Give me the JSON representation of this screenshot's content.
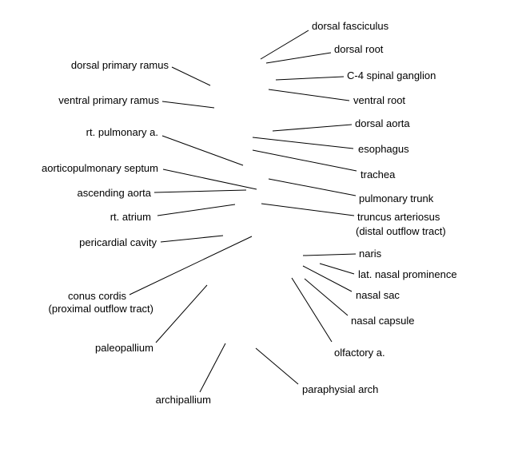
{
  "labels": {
    "dorsal_fasciculus": "dorsal fasciculus",
    "dorsal_root": "dorsal root",
    "c4_spinal_ganglion": "C-4 spinal ganglion",
    "ventral_root": "ventral root",
    "dorsal_aorta": "dorsal aorta",
    "esophagus": "esophagus",
    "trachea": "trachea",
    "pulmonary_trunk": "pulmonary trunk",
    "truncus_arteriosus_1": "truncus arteriosus",
    "truncus_arteriosus_2": "(distal outflow tract)",
    "naris": "naris",
    "lat_nasal_prominence": "lat. nasal prominence",
    "nasal_sac": "nasal sac",
    "nasal_capsule": "nasal capsule",
    "olfactory_a": "olfactory a.",
    "paraphysial_arch": "paraphysial arch",
    "dorsal_primary_ramus": "dorsal primary ramus",
    "ventral_primary_ramus": "ventral primary ramus",
    "rt_pulmonary_a": "rt. pulmonary a.",
    "aorticopulmonary_septum": "aorticopulmonary septum",
    "ascending_aorta": "ascending aorta",
    "rt_atrium": "rt. atrium",
    "pericardial_cavity": "pericardial cavity",
    "conus_cordis_1": "conus cordis",
    "conus_cordis_2": "(proximal outflow tract)",
    "paleopallium": "paleopallium",
    "archipallium": "archipallium"
  },
  "colors": {
    "background": "#ffffff",
    "ink": "#000000"
  }
}
